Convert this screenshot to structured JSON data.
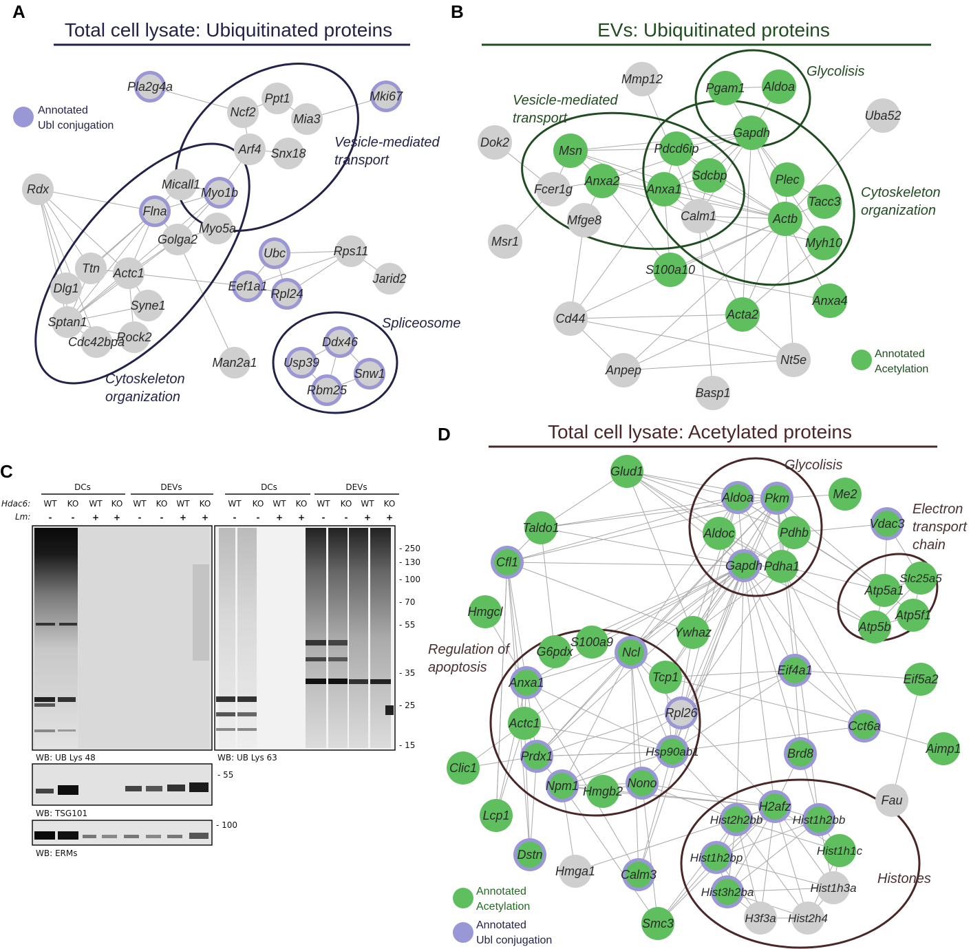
{
  "panelA": {
    "letter": "A",
    "title": "Total cell lysate: Ubiquitinated proteins",
    "legend": [
      "Annotated",
      "Ubl conjugation"
    ],
    "clusters": [
      {
        "id": "vesicle",
        "lines": [
          "Vesicle-mediated",
          "transport"
        ]
      },
      {
        "id": "cyto",
        "lines": [
          "Cytoskeleton",
          "organization"
        ]
      },
      {
        "id": "splice",
        "lines": [
          "Spliceosome"
        ]
      }
    ],
    "nodes": [
      {
        "id": "Pla2g4a",
        "ubl": true
      },
      {
        "id": "Ncf2",
        "ubl": false
      },
      {
        "id": "Ppt1",
        "ubl": false
      },
      {
        "id": "Mia3",
        "ubl": false
      },
      {
        "id": "Mki67",
        "ubl": true
      },
      {
        "id": "Arf4",
        "ubl": false
      },
      {
        "id": "Snx18",
        "ubl": false
      },
      {
        "id": "Rdx",
        "ubl": false
      },
      {
        "id": "Micall1",
        "ubl": false
      },
      {
        "id": "Myo1b",
        "ubl": true
      },
      {
        "id": "Flna",
        "ubl": true
      },
      {
        "id": "Golga2",
        "ubl": false
      },
      {
        "id": "Myo5a",
        "ubl": false
      },
      {
        "id": "Ubc",
        "ubl": true
      },
      {
        "id": "Rps11",
        "ubl": false
      },
      {
        "id": "Jarid2",
        "ubl": false
      },
      {
        "id": "Ttn",
        "ubl": false
      },
      {
        "id": "Actc1",
        "ubl": false
      },
      {
        "id": "Dlg1",
        "ubl": false
      },
      {
        "id": "Eef1a1",
        "ubl": true
      },
      {
        "id": "Rpl24",
        "ubl": true
      },
      {
        "id": "Syne1",
        "ubl": false
      },
      {
        "id": "Sptan1",
        "ubl": false
      },
      {
        "id": "Rock2",
        "ubl": false
      },
      {
        "id": "Cdc42bpa",
        "ubl": false
      },
      {
        "id": "Man2a1",
        "ubl": false
      },
      {
        "id": "Ddx46",
        "ubl": true
      },
      {
        "id": "Usp39",
        "ubl": true
      },
      {
        "id": "Snw1",
        "ubl": true
      },
      {
        "id": "Rbm25",
        "ubl": true
      }
    ]
  },
  "panelB": {
    "letter": "B",
    "title": "EVs: Ubiquitinated proteins",
    "legend": [
      "Annotated",
      "Acetylation"
    ],
    "clusters": [
      {
        "id": "glyco",
        "lines": [
          "Glycolisis"
        ]
      },
      {
        "id": "vesicle",
        "lines": [
          "Vesicle-mediated",
          "transport"
        ]
      },
      {
        "id": "cyto",
        "lines": [
          "Cytoskeleton",
          "organization"
        ]
      }
    ],
    "nodes": [
      {
        "id": "Mmp12",
        "acet": false
      },
      {
        "id": "Pgam1",
        "acet": true
      },
      {
        "id": "Aldoa",
        "acet": true
      },
      {
        "id": "Uba52",
        "acet": false
      },
      {
        "id": "Dok2",
        "acet": false
      },
      {
        "id": "Gapdh",
        "acet": true
      },
      {
        "id": "Msn",
        "acet": true
      },
      {
        "id": "Pdcd6ip",
        "acet": true
      },
      {
        "id": "Sdcbp",
        "acet": true
      },
      {
        "id": "Plec",
        "acet": true
      },
      {
        "id": "Fcer1g",
        "acet": false
      },
      {
        "id": "Anxa2",
        "acet": true
      },
      {
        "id": "Anxa1",
        "acet": true
      },
      {
        "id": "Tacc3",
        "acet": true
      },
      {
        "id": "Mfge8",
        "acet": false
      },
      {
        "id": "Calm1",
        "acet": false
      },
      {
        "id": "Actb",
        "acet": true
      },
      {
        "id": "Msr1",
        "acet": false
      },
      {
        "id": "Myh10",
        "acet": true
      },
      {
        "id": "S100a10",
        "acet": true
      },
      {
        "id": "Anxa4",
        "acet": true
      },
      {
        "id": "Cd44",
        "acet": false
      },
      {
        "id": "Acta2",
        "acet": true
      },
      {
        "id": "Nt5e",
        "acet": false
      },
      {
        "id": "Anpep",
        "acet": false
      },
      {
        "id": "Basp1",
        "acet": false
      }
    ]
  },
  "panelC": {
    "letter": "C",
    "groups": [
      "DCs",
      "DEVs",
      "DCs",
      "DEVs"
    ],
    "row_labels": [
      "Hdac6:",
      "Lm:"
    ],
    "genotypes": [
      "WT",
      "KO",
      "WT",
      "KO",
      "WT",
      "KO",
      "WT",
      "KO",
      "WT",
      "KO",
      "WT",
      "KO",
      "WT",
      "KO",
      "WT",
      "KO"
    ],
    "lm": [
      "-",
      "-",
      "+",
      "+",
      "-",
      "-",
      "+",
      "+",
      "-",
      "-",
      "+",
      "+",
      "-",
      "-",
      "+",
      "+"
    ],
    "markers_main": [
      "- 250",
      "- 130",
      "- 100",
      "- 70",
      "- 55",
      "- 35",
      "- 25",
      "- 15"
    ],
    "blot_labels": [
      "WB: UB Lys 48",
      "WB: UB Lys 63",
      "WB: TSG101",
      "WB: ERMs"
    ],
    "marker_tsg": "- 55",
    "marker_erm": "- 100"
  },
  "panelD": {
    "letter": "D",
    "title": "Total cell lysate: Acetylated proteins",
    "legend": [
      [
        "Annotated",
        "Acetylation"
      ],
      [
        "Annotated",
        "Ubl conjugation"
      ]
    ],
    "clusters": [
      {
        "id": "glyco",
        "lines": [
          "Glycolisis"
        ]
      },
      {
        "id": "etc",
        "lines": [
          "Electron",
          "transport",
          "chain"
        ]
      },
      {
        "id": "apop",
        "lines": [
          "Regulation of",
          "apoptosis"
        ]
      },
      {
        "id": "hist",
        "lines": [
          "Histones"
        ]
      }
    ],
    "nodes": [
      {
        "id": "Glud1",
        "type": "acet"
      },
      {
        "id": "Aldoa",
        "type": "both"
      },
      {
        "id": "Pkm",
        "type": "both"
      },
      {
        "id": "Me2",
        "type": "acet"
      },
      {
        "id": "Taldo1",
        "type": "acet"
      },
      {
        "id": "Aldoc",
        "type": "acet"
      },
      {
        "id": "Pdhb",
        "type": "acet"
      },
      {
        "id": "Vdac3",
        "type": "both"
      },
      {
        "id": "Cfl1",
        "type": "both"
      },
      {
        "id": "Gapdh",
        "type": "both"
      },
      {
        "id": "Pdha1",
        "type": "acet"
      },
      {
        "id": "Slc25a5",
        "type": "acet"
      },
      {
        "id": "Atp5a1",
        "type": "acet"
      },
      {
        "id": "Hmgcl",
        "type": "acet"
      },
      {
        "id": "Atp5f1",
        "type": "acet"
      },
      {
        "id": "Atp5b",
        "type": "acet"
      },
      {
        "id": "S100a9",
        "type": "acet"
      },
      {
        "id": "Ywhaz",
        "type": "acet"
      },
      {
        "id": "G6pdx",
        "type": "acet"
      },
      {
        "id": "Ncl",
        "type": "both"
      },
      {
        "id": "Eif4a1",
        "type": "both"
      },
      {
        "id": "Tcp1",
        "type": "acet"
      },
      {
        "id": "Eif5a2",
        "type": "acet"
      },
      {
        "id": "Anxa1",
        "type": "both"
      },
      {
        "id": "Rpl26",
        "type": "ublgray"
      },
      {
        "id": "Actc1",
        "type": "acet"
      },
      {
        "id": "Cct6a",
        "type": "both"
      },
      {
        "id": "Aimp1",
        "type": "acet"
      },
      {
        "id": "Hsp90ab1",
        "type": "both"
      },
      {
        "id": "Prdx1",
        "type": "both"
      },
      {
        "id": "Brd8",
        "type": "both"
      },
      {
        "id": "Clic1",
        "type": "acet"
      },
      {
        "id": "Nono",
        "type": "both"
      },
      {
        "id": "Npm1",
        "type": "both"
      },
      {
        "id": "Hmgb2",
        "type": "acet"
      },
      {
        "id": "H2afz",
        "type": "both"
      },
      {
        "id": "Fau",
        "type": "gray"
      },
      {
        "id": "Hist2h2bb",
        "type": "both"
      },
      {
        "id": "Hist1h2bb",
        "type": "both"
      },
      {
        "id": "Lcp1",
        "type": "acet"
      },
      {
        "id": "Hist1h1c",
        "type": "acet"
      },
      {
        "id": "Hist1h2bp",
        "type": "both"
      },
      {
        "id": "Dstn",
        "type": "both"
      },
      {
        "id": "Hmga1",
        "type": "gray"
      },
      {
        "id": "Calm3",
        "type": "both"
      },
      {
        "id": "Hist1h3a",
        "type": "gray"
      },
      {
        "id": "Hist3h2ba",
        "type": "both"
      },
      {
        "id": "Smc3",
        "type": "acet"
      },
      {
        "id": "H3f3a",
        "type": "gray"
      },
      {
        "id": "Hist2h4",
        "type": "gray"
      }
    ]
  },
  "colors": {
    "gray_node": "#cfcfcf",
    "green_node": "#5fbf5f",
    "ubl_ring": "#9a97d6",
    "panelA_accent": "#22224a",
    "panelB_accent": "#1f4d1f",
    "panelD_accent": "#4a2626",
    "panelD_cluster_text": "#4a3030"
  }
}
